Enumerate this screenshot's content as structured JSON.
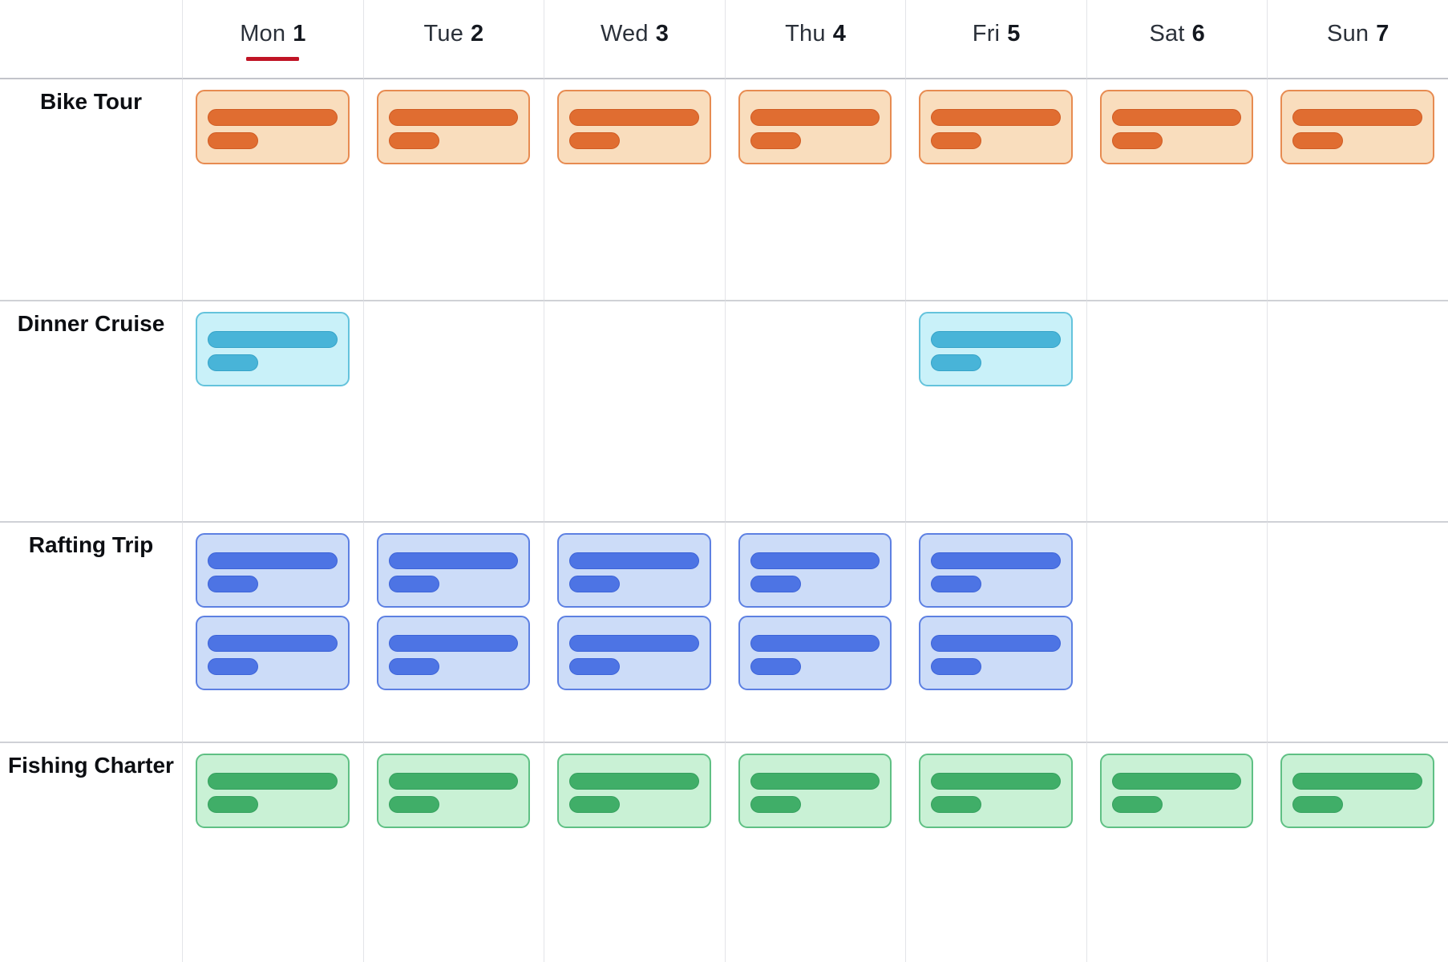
{
  "header": {
    "days": [
      {
        "name": "Mon",
        "number": "1",
        "is_today": true
      },
      {
        "name": "Tue",
        "number": "2",
        "is_today": false
      },
      {
        "name": "Wed",
        "number": "3",
        "is_today": false
      },
      {
        "name": "Thu",
        "number": "4",
        "is_today": false
      },
      {
        "name": "Fri",
        "number": "5",
        "is_today": false
      },
      {
        "name": "Sat",
        "number": "6",
        "is_today": false
      },
      {
        "name": "Sun",
        "number": "7",
        "is_today": false
      }
    ]
  },
  "theme": {
    "today_underline": "#c01425",
    "grid_line_vertical": "#e3e4e8",
    "grid_line_horizontal": "#cfd1d6",
    "header_border": "#c2c4ca"
  },
  "resources": [
    {
      "label": "Bike Tour",
      "theme": {
        "bg": "#f9ddbd",
        "border": "#e78b51",
        "bar": "#e06d31",
        "bar_border": "#d05b22"
      },
      "events_per_day": [
        1,
        1,
        1,
        1,
        1,
        1,
        1
      ]
    },
    {
      "label": "Dinner Cruise",
      "theme": {
        "bg": "#c9f1f9",
        "border": "#64c3dc",
        "bar": "#48b4d8",
        "bar_border": "#35a3c8"
      },
      "events_per_day": [
        1,
        0,
        0,
        0,
        1,
        0,
        0
      ]
    },
    {
      "label": "Rafting Trip",
      "theme": {
        "bg": "#ccdcf8",
        "border": "#5d80e2",
        "bar": "#4d74e4",
        "bar_border": "#3c63d8"
      },
      "events_per_day": [
        2,
        2,
        2,
        2,
        2,
        0,
        0
      ]
    },
    {
      "label": "Fishing Charter",
      "theme": {
        "bg": "#c9f1d5",
        "border": "#5fc084",
        "bar": "#40ae68",
        "bar_border": "#35a05e"
      },
      "events_per_day": [
        1,
        1,
        1,
        1,
        1,
        1,
        1
      ]
    }
  ]
}
